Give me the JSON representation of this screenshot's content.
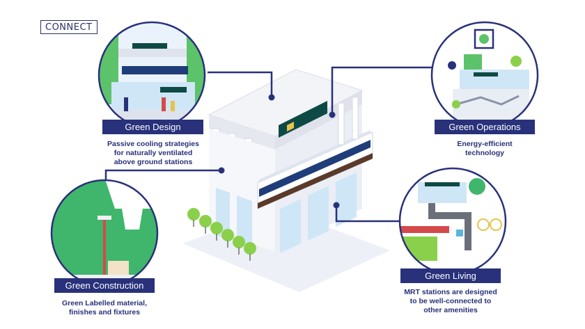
{
  "brand": "CONNECT",
  "colors": {
    "navy": "#28317a",
    "green": "#3fb66b",
    "light_blue": "#cfe6f7",
    "grey": "#e3e6ee"
  },
  "features": [
    {
      "label": "Green Design",
      "description_lines": [
        "Passive cooling strategies",
        "for naturally ventilated",
        "above ground stations"
      ]
    },
    {
      "label": "Green Operations",
      "description_lines": [
        "Energy-efficient",
        "technology"
      ]
    },
    {
      "label": "Green Construction",
      "description_lines": [
        "Green Labelled material,",
        "finishes and fixtures"
      ]
    },
    {
      "label": "Green Living",
      "description_lines": [
        "MRT stations are designed",
        "to be well-connected to",
        "other amenities"
      ]
    }
  ]
}
